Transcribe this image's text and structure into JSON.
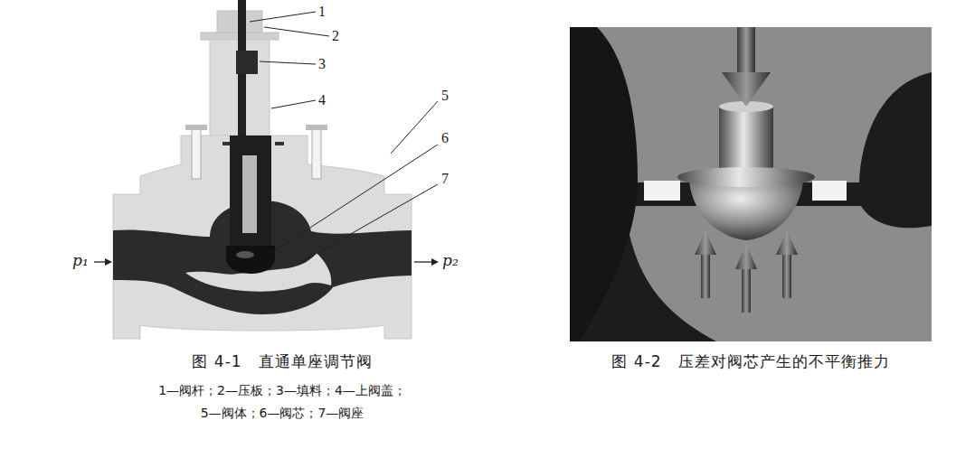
{
  "diagram": {
    "labels": [
      "1",
      "2",
      "3",
      "4",
      "5",
      "6",
      "7",
      "p₁",
      "p₂",
      "图 4-1　直通单座调节阀",
      "1—阀杆；2—压板；3—填料；4—上阀盖；",
      "5—阀体；6—阀芯；7—阀座",
      "图 4-2　压差对阀芯产生的不平衡推力"
    ]
  }
}
